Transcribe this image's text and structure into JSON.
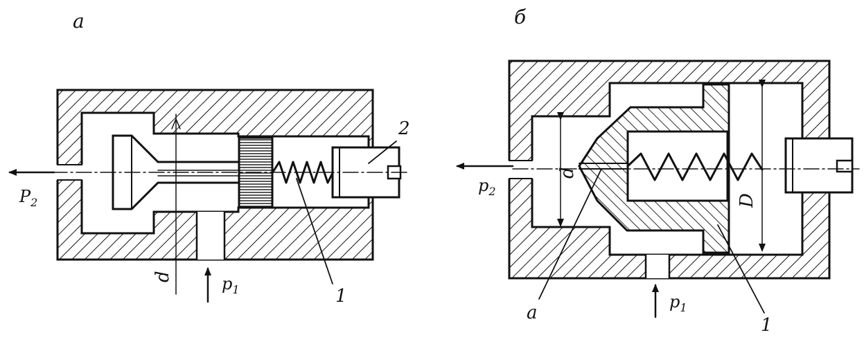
{
  "diagram_a": {
    "label": "а",
    "outlet_pressure": "P",
    "outlet_pressure_sub": "2",
    "inlet_pressure": "p",
    "inlet_pressure_sub": "1",
    "dimension": "d",
    "callout_spring": "1",
    "callout_screw": "2"
  },
  "diagram_b": {
    "label": "б",
    "outlet_pressure": "p",
    "outlet_pressure_sub": "2",
    "inlet_pressure": "p",
    "inlet_pressure_sub": "1",
    "dimension_small": "d",
    "dimension_large": "D",
    "callout_a": "a",
    "callout_1": "1"
  },
  "colors": {
    "ink": "#111111",
    "paper": "#ffffff"
  }
}
